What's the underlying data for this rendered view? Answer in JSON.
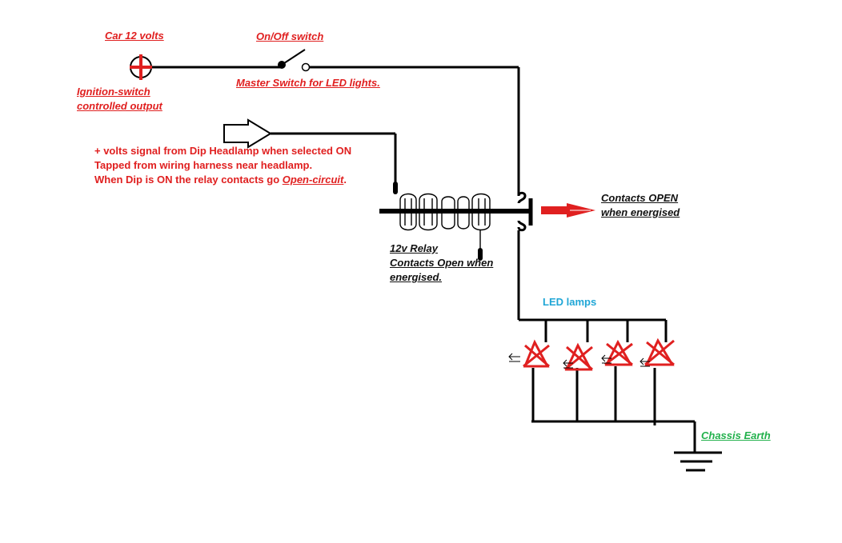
{
  "labels": {
    "supply_title": "Car 12 volts",
    "switch_title": "On/Off switch",
    "ignition_line1": "Ignition-switch",
    "ignition_line2": "controlled output",
    "master_switch": "Master Switch for LED lights.",
    "signal_line1": "+ volts signal from Dip Headlamp when selected ON",
    "signal_line2": "Tapped from wiring harness near headlamp.",
    "signal_line3_pre": "When Dip is ON the relay contacts go ",
    "signal_line3_em": "Open-circuit",
    "signal_line3_post": ".",
    "contacts_line1": "Contacts OPEN",
    "contacts_line2": "when energised",
    "relay_line1": "12v Relay",
    "relay_line2": "Contacts Open when",
    "relay_line3": "energised.",
    "led_lamps": "LED lamps",
    "chassis_earth": "Chassis Earth"
  },
  "colors": {
    "wire": "#000000",
    "symbol_red": "#e02020",
    "label_red": "#e02020",
    "earth_green": "#22b14c",
    "led_label": "#1fa6d6"
  },
  "components": {
    "supply": "plus-terminal-icon",
    "switch": "switch-icon",
    "relay": "relay-coil-icon",
    "leds": [
      "led-icon",
      "led-icon",
      "led-icon",
      "led-icon"
    ],
    "earth": "ground-icon"
  }
}
